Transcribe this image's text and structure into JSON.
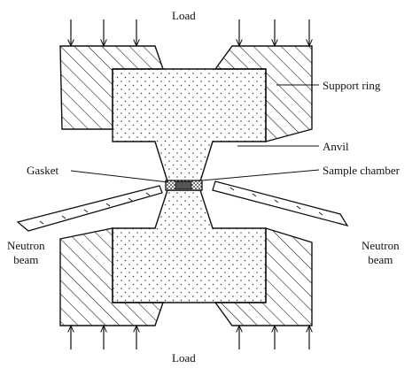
{
  "labels": {
    "load_top": "Load",
    "load_bottom": "Load",
    "support_ring": "Support ring",
    "anvil": "Anvil",
    "gasket": "Gasket",
    "sample_chamber": "Sample chamber",
    "neutron_beam_left_line1": "Neutron",
    "neutron_beam_left_line2": "beam",
    "neutron_beam_right_line1": "Neutron",
    "neutron_beam_right_line2": "beam"
  },
  "colors": {
    "line": "#111111",
    "background": "#ffffff"
  }
}
